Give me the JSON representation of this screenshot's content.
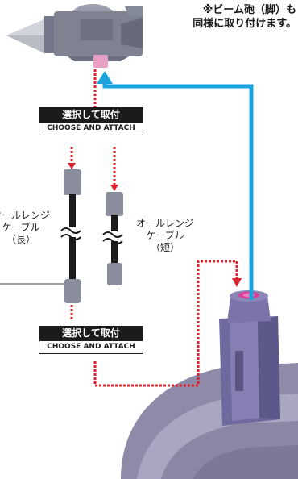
{
  "note": {
    "line1": "※ビーム砲（脚）も",
    "line2": "同様に取り付けます。"
  },
  "steps": [
    {
      "title": "選択して取付",
      "subtitle": "CHOOSE AND ATTACH"
    },
    {
      "title": "選択して取付",
      "subtitle": "CHOOSE AND ATTACH"
    }
  ],
  "cable_long": {
    "line1": "オールレンジ",
    "line2": "ケーブル",
    "line3": "（長）"
  },
  "cable_short": {
    "line1": "オールレンジ",
    "line2": "ケーブル",
    "line3": "（短）"
  },
  "colors": {
    "arrow_red": "#e0202c",
    "arrow_blue": "#1aa3dd",
    "part_grey": "#7e8291",
    "part_purple": "#7b73a8",
    "magenta": "#d8409a",
    "cable_black": "#1a1a1a"
  }
}
